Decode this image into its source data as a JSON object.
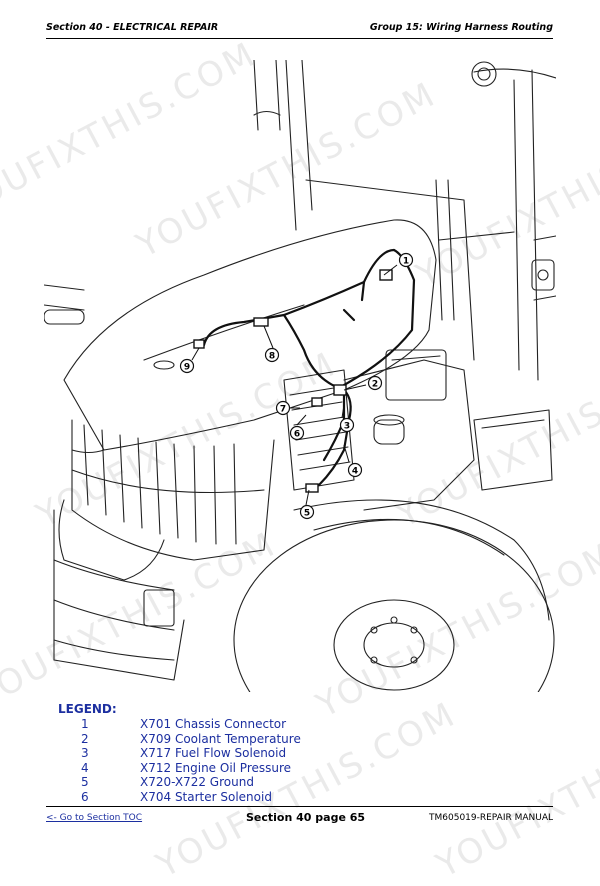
{
  "header": {
    "section": "Section 40 - ELECTRICAL REPAIR",
    "group": "Group 15: Wiring Harness Routing"
  },
  "watermark": "YOUFIXTHIS.COM",
  "figure": {
    "callouts": [
      "1",
      "2",
      "3",
      "4",
      "5",
      "6",
      "7",
      "8",
      "9"
    ]
  },
  "legend": {
    "title": "LEGEND:",
    "items": [
      {
        "num": "1",
        "label": "X701 Chassis Connector"
      },
      {
        "num": "2",
        "label": "X709 Coolant Temperature"
      },
      {
        "num": "3",
        "label": "X717 Fuel Flow Solenoid"
      },
      {
        "num": "4",
        "label": "X712 Engine Oil Pressure"
      },
      {
        "num": "5",
        "label": "X720-X722 Ground"
      },
      {
        "num": "6",
        "label": "X704 Starter Solenoid"
      }
    ]
  },
  "footer": {
    "toc_link": "<- Go to Section TOC",
    "page": "Section 40 page 65",
    "manual": "TM605019-REPAIR MANUAL"
  }
}
